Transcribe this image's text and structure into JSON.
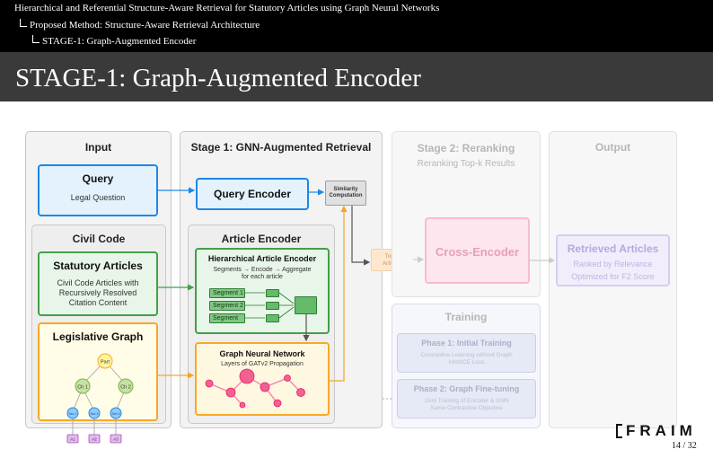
{
  "header": {
    "presentation_title": "Hierarchical and Referential Structure-Aware Retrieval for Statutory Articles using Graph Neural Networks",
    "section": "Proposed Method: Structure-Aware Retrieval Architecture",
    "subsection": "STAGE-1: Graph-Augmented Encoder"
  },
  "slide_title": "STAGE-1: Graph-Augmented Encoder",
  "diagram": {
    "input_panel": {
      "title": "Input",
      "query": {
        "title": "Query",
        "subtitle": "Legal Question"
      },
      "civil_code": {
        "title": "Civil Code",
        "statutory": {
          "title": "Statutory Articles",
          "desc_lines": [
            "Civil Code Articles with",
            "Recursively Resolved",
            "Citation Content"
          ]
        },
        "legislative_graph": {
          "title": "Legislative Graph",
          "root": "Part",
          "children": [
            "Ch 1",
            "Ch 2"
          ],
          "sections": [
            "Sec 1",
            "Sec 2",
            "Sec 3"
          ],
          "articles": [
            "A1",
            "A2",
            "A3"
          ]
        }
      }
    },
    "stage1_panel": {
      "title": "Stage 1: GNN-Augmented Retrieval",
      "query_encoder": "Query Encoder",
      "similarity_lines": [
        "Similarity",
        "Computation"
      ],
      "article_encoder": {
        "title": "Article Encoder",
        "hierarchical": {
          "title": "Hierarchical Article Encoder",
          "desc_lines": [
            "Segments → Encode → Aggregate",
            "for each article"
          ],
          "segments": [
            "Segment 1",
            "Segment 2",
            "Segment"
          ]
        },
        "gnn": {
          "title": "Graph Neural Network",
          "subtitle": "Layers of GATv2 Propagation"
        }
      }
    },
    "topk_lines": [
      "Top-k",
      "Articles"
    ],
    "stage2_panel": {
      "title": "Stage 2: Reranking",
      "subtitle": "Reranking Top-k Results",
      "cross_encoder": "Cross-Encoder"
    },
    "output_panel": {
      "title": "Output",
      "box_title": "Retrieved Articles",
      "box_lines": [
        "Ranked by Relevance",
        "Optimized for F2 Score"
      ]
    },
    "training_panel": {
      "title": "Training",
      "phase1": {
        "title": "Phase 1: Initial Training",
        "lines": [
          "Contrastive Learning without Graph",
          "InfoNCE Loss"
        ]
      },
      "phase2": {
        "title": "Phase 2: Graph Fine-tuning",
        "lines": [
          "Joint Training of Encoder & GNN",
          "Same Contrastive Objective"
        ]
      }
    }
  },
  "footer": {
    "logo": "FRAIM",
    "page": "14 / 32"
  },
  "colors": {
    "query_blue": "#1565c0",
    "green": "#388e3c",
    "orange": "#f2a93b",
    "pink": "#f48fb1",
    "purple": "#9575cd"
  }
}
